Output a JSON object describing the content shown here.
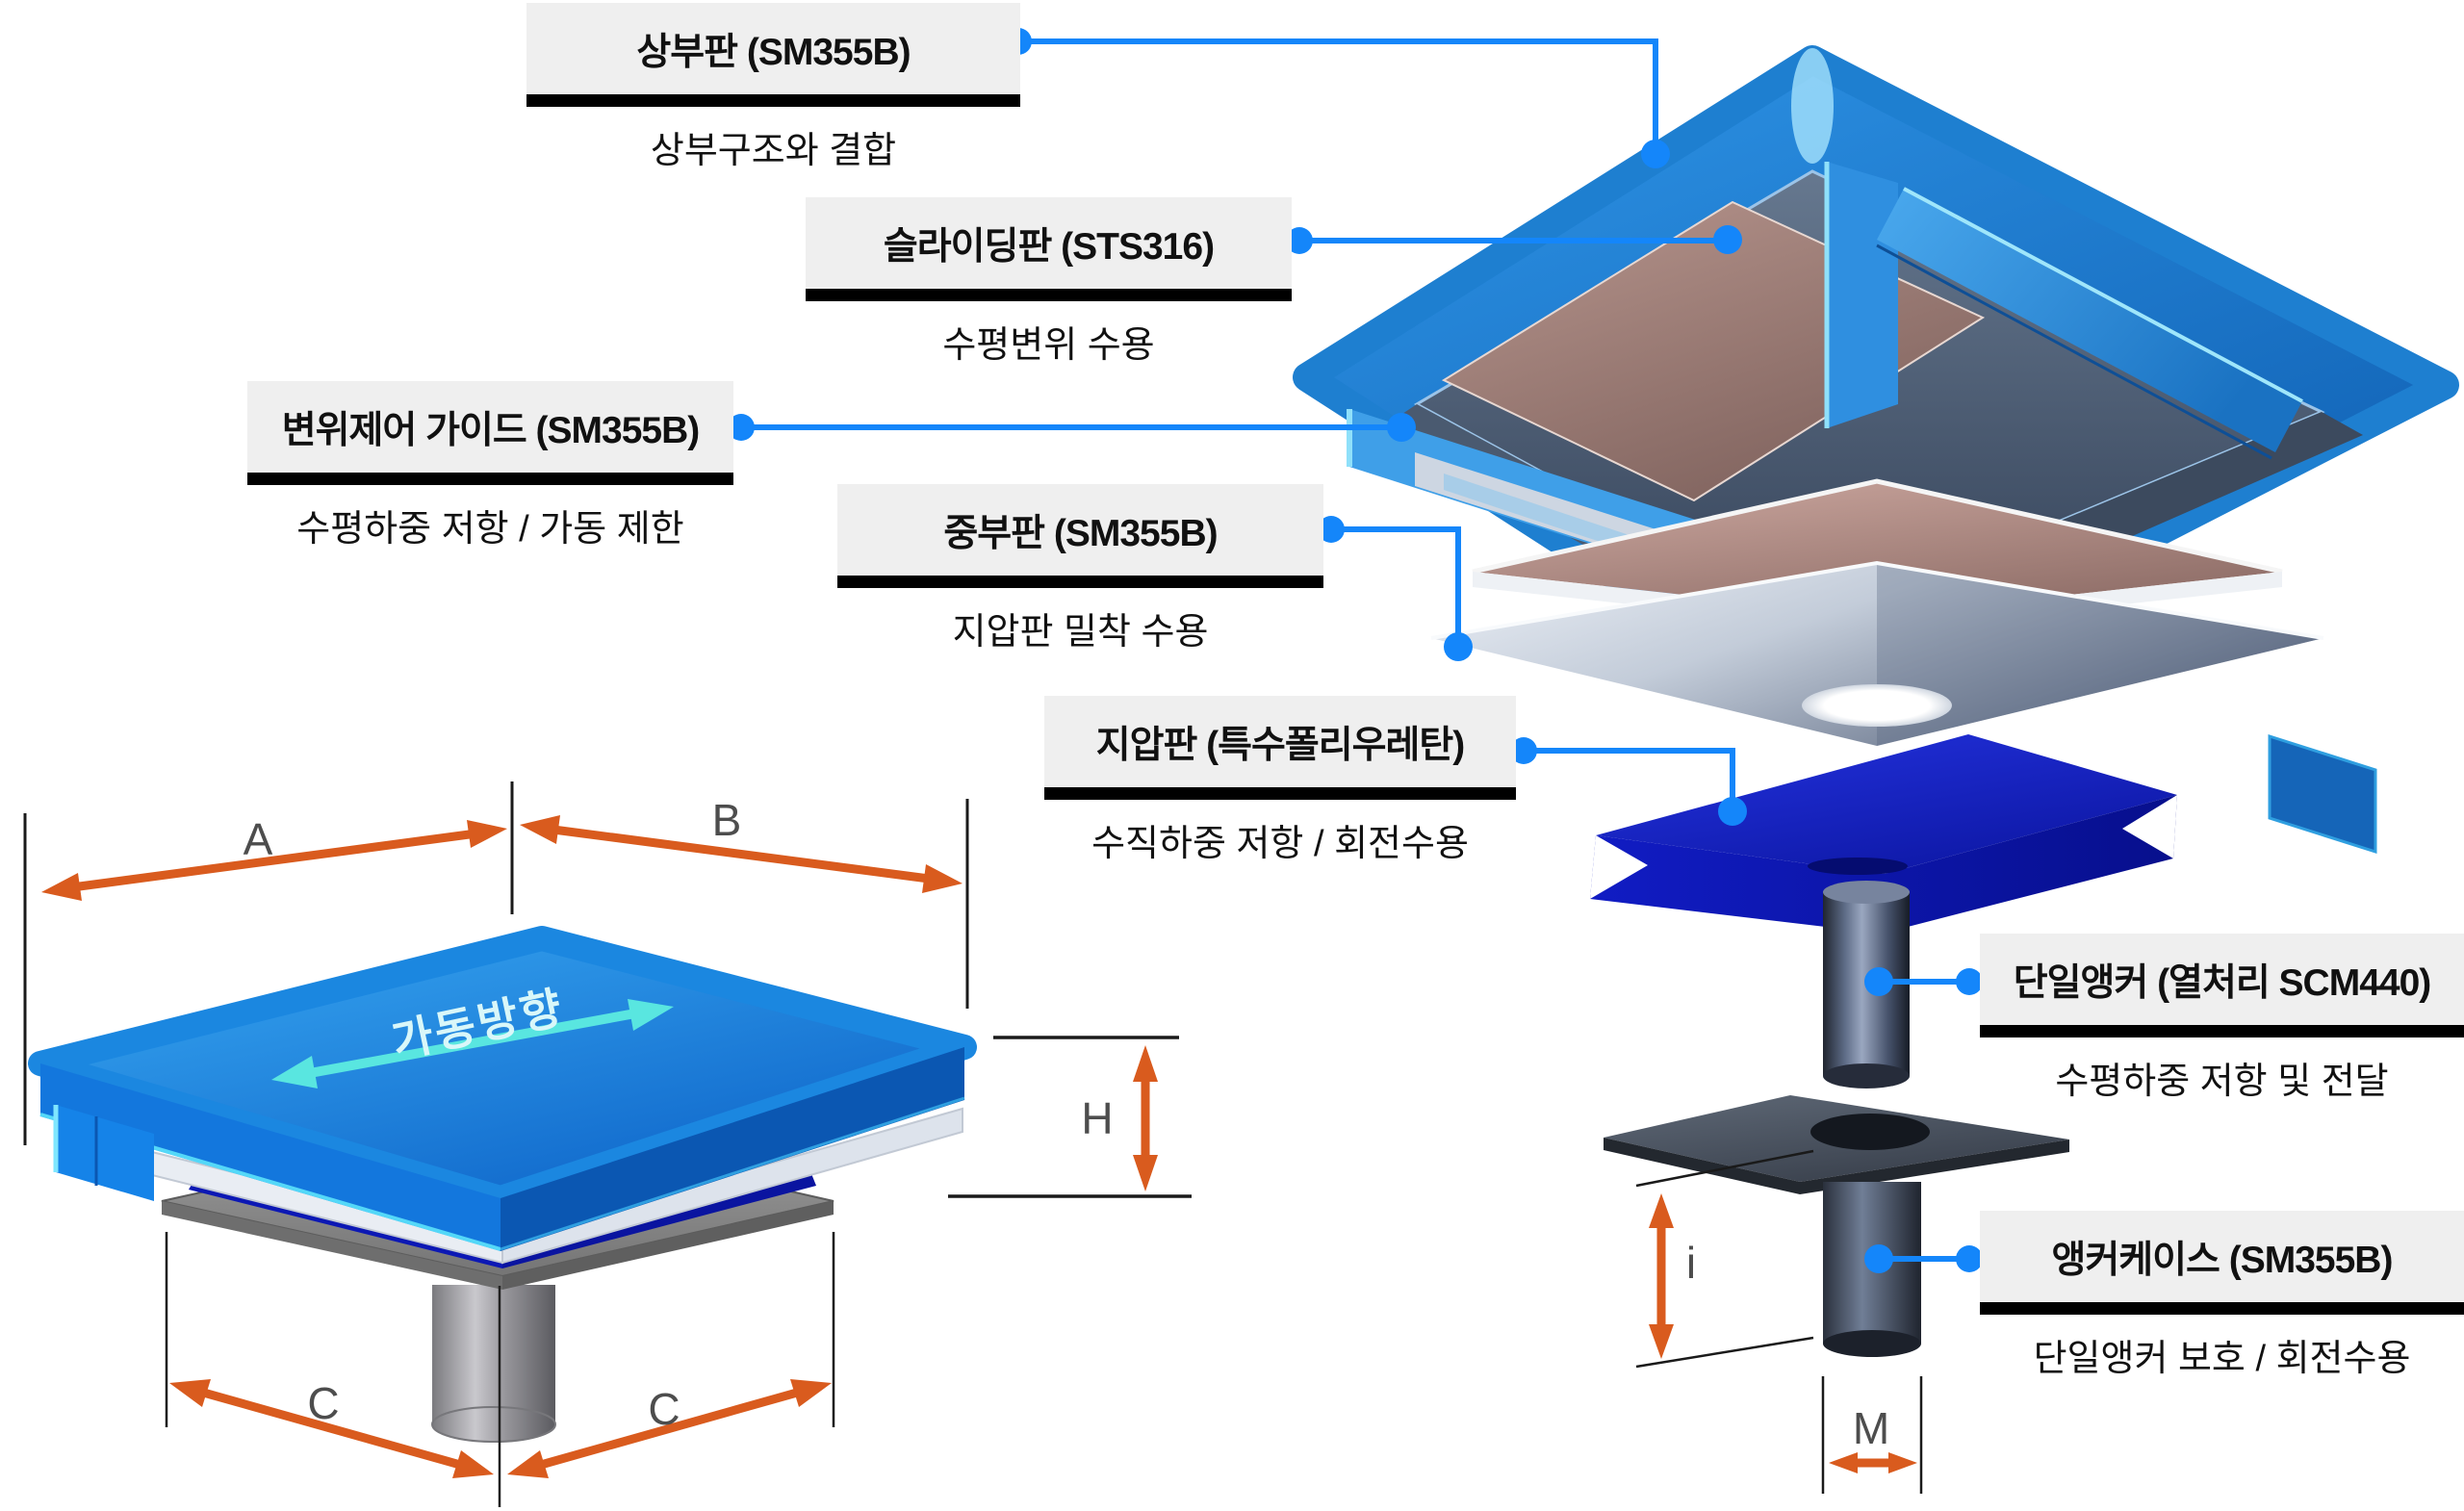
{
  "diagram": {
    "labels": [
      {
        "id": "top-plate",
        "title": "상부판 (SM355B)",
        "desc": "상부구조와 결합"
      },
      {
        "id": "sliding-plate",
        "title": "슬라이딩판 (STS316)",
        "desc": "수평변위 수용"
      },
      {
        "id": "guide",
        "title": "변위제어 가이드 (SM355B)",
        "desc": "수평하중 저항 / 가동 제한"
      },
      {
        "id": "middle-plate",
        "title": "중부판 (SM355B)",
        "desc": "지압판 밀착 수용"
      },
      {
        "id": "bearing-pad",
        "title": "지압판 (특수폴리우레탄)",
        "desc": "수직하중 저항 / 회전수용"
      },
      {
        "id": "anchor",
        "title": "단일앵커 (열처리 SCM440)",
        "desc": "수평하중 저항 및 전달"
      },
      {
        "id": "anchor-case",
        "title": "앵커케이스 (SM355B)",
        "desc": "단일앵커 보호 / 회전수용"
      }
    ],
    "dimensions": {
      "a": "A",
      "b": "B",
      "c_left": "C",
      "c_right": "C",
      "h": "H",
      "i": "i",
      "m": "M"
    },
    "movement_label": "가동방향",
    "colors": {
      "leader_blue": "#1486fa",
      "dimension_orange": "#d95b1e",
      "movement_cyan": "#59e6e0",
      "label_background": "#efefef",
      "label_underline": "#000000",
      "plate_blue": "#1c82dd",
      "pad_navy": "#101cc0"
    }
  }
}
